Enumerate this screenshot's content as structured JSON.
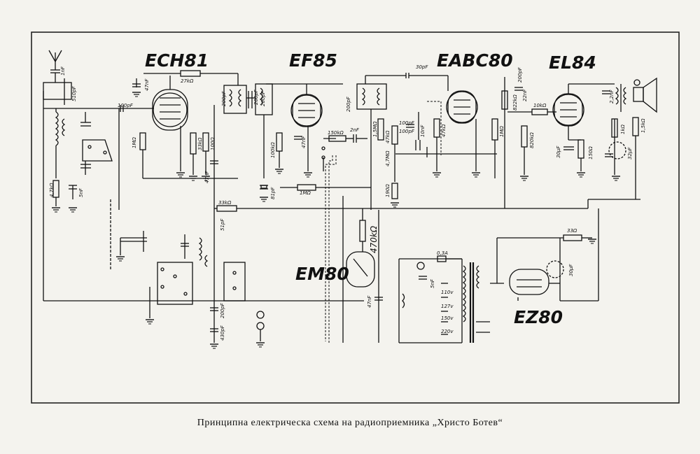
{
  "schematic": {
    "tubes": [
      "ECH81",
      "EF85",
      "EABC80",
      "EL84",
      "EM80",
      "EZ80"
    ],
    "components": {
      "ant_cap": "1nF",
      "ant_cap2": "510pF",
      "c_100pf_1": "100pF",
      "c_47nf_1": "47nF",
      "r_27k": "27kΩ",
      "c_200pf_1": "200pF",
      "c_200pf_2": "200pF",
      "r_1m_1": "1MΩ",
      "r_33k": "33kΩ",
      "r_100": "100Ω",
      "c_47nf_2": "47nF",
      "c_200pf_3": "200pF",
      "r_100k_1": "100kΩ",
      "c_47nf_3": "47nF",
      "r_150k": "150kΩ",
      "c_2nf": "2nF",
      "c_81pf": "81pF",
      "r_1m_2": "1MΩ",
      "c_200pf_4": "200pF",
      "r_1_5m": "1,5MΩ",
      "c_30pf_1": "30pF",
      "c_100pf_2": "100pF",
      "r_47k": "47kΩ",
      "c_100pf_3": "100pF",
      "c_10nf": "10nF",
      "r_47k_2": "47kΩ",
      "r_1m_3": "1MΩ",
      "r_4_7m": "4,7MΩ",
      "r_190": "190Ω",
      "c_200pf_5": "200pF",
      "r_822k": "822kΩ",
      "c_22nf": "22nF",
      "r_10k": "10kΩ",
      "r_820k": "820kΩ",
      "c_30uf": "30μF",
      "r_150": "150Ω",
      "c_2_2nf": "2,2nF",
      "r_1k": "1kΩ",
      "r_1_5k": "1,5kΩ",
      "c_32uf": "32μF",
      "r_4_7k": "4,7kΩ",
      "c_5nf": "5nF",
      "r_33k_b": "33kΩ",
      "c_51pf": "51pF",
      "r_470k": "470kΩ",
      "c_47nf_4": "47nF",
      "c_200pf_6": "200pF",
      "c_430pf": "430pF",
      "r_33_ohm": "33Ω",
      "c_30uf_2": "30μF",
      "fuse": "0,3A",
      "c_5nf_2": "5nF",
      "tap_110": "110v",
      "tap_127": "127v",
      "tap_150": "150v",
      "tap_220": "220v"
    }
  },
  "caption": "Принципна електрическа схема на радиоприемника „Христо Ботев“"
}
